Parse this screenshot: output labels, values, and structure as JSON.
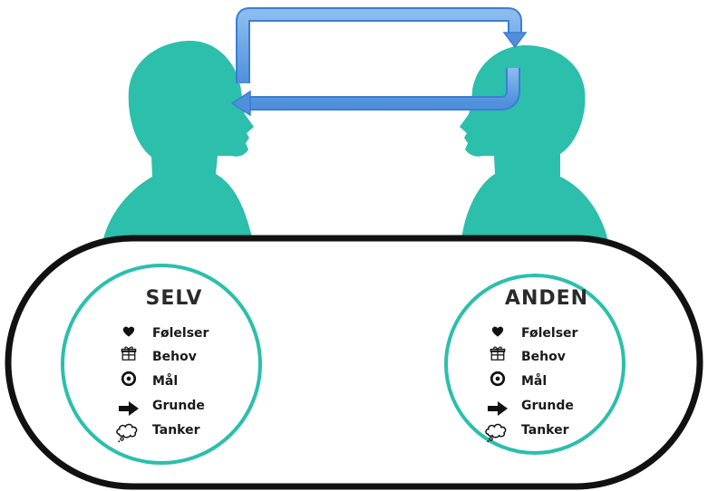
{
  "colors": {
    "figure": "#2bbfac",
    "circle_stroke": "#2bbfac",
    "pill_stroke": "#111111",
    "arrow_fill": "#6aa7ea",
    "arrow_edge": "#3b7fd1",
    "text": "#1a1a1a"
  },
  "panels": {
    "self": {
      "title": "SELV",
      "items": [
        {
          "label": "Følelser",
          "icon": "heart-icon"
        },
        {
          "label": "Behov",
          "icon": "gift-icon"
        },
        {
          "label": "Mål",
          "icon": "target-icon"
        },
        {
          "label": "Grunde",
          "icon": "arrow-right-icon"
        },
        {
          "label": "Tanker",
          "icon": "thought-bubble-icon"
        }
      ]
    },
    "other": {
      "title": "ANDEN",
      "items": [
        {
          "label": "Følelser",
          "icon": "heart-icon"
        },
        {
          "label": "Behov",
          "icon": "gift-icon"
        },
        {
          "label": "Mål",
          "icon": "target-icon"
        },
        {
          "label": "Grunde",
          "icon": "arrow-right-icon"
        },
        {
          "label": "Tanker",
          "icon": "thought-bubble-icon"
        }
      ]
    }
  }
}
